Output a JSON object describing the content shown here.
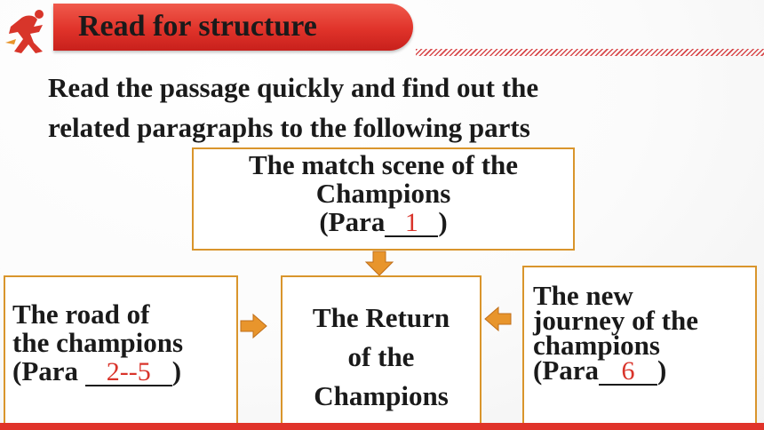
{
  "header": {
    "title": "Read for structure"
  },
  "instruction": {
    "line1": "Read the passage quickly and find out the",
    "line2": "related paragraphs to the following parts"
  },
  "top_box": {
    "line1": "The match scene of the",
    "line2": "Champions",
    "prefix": "(Para",
    "answer": "1",
    "suffix": ")"
  },
  "left_box": {
    "line1": "The road of",
    "line2": "the champions",
    "prefix": "(Para ",
    "answer": "2--5",
    "suffix": ")"
  },
  "center_box": {
    "line1": "The Return",
    "line2": "of the",
    "line3": "Champions"
  },
  "right_box": {
    "line1": "The new",
    "line2": "journey of the",
    "line3": "champions",
    "prefix": "(Para",
    "answer": "6",
    "suffix": ")"
  },
  "colors": {
    "accent_red": "#e0332a",
    "arrow_orange": "#e8952c",
    "answer_red": "#d9342b",
    "box_border": "#d9952c"
  },
  "icons": {
    "logo": "runner-logo-icon",
    "arrow_down": "arrow-down-icon",
    "arrow_right": "arrow-right-icon",
    "arrow_left": "arrow-left-icon"
  }
}
